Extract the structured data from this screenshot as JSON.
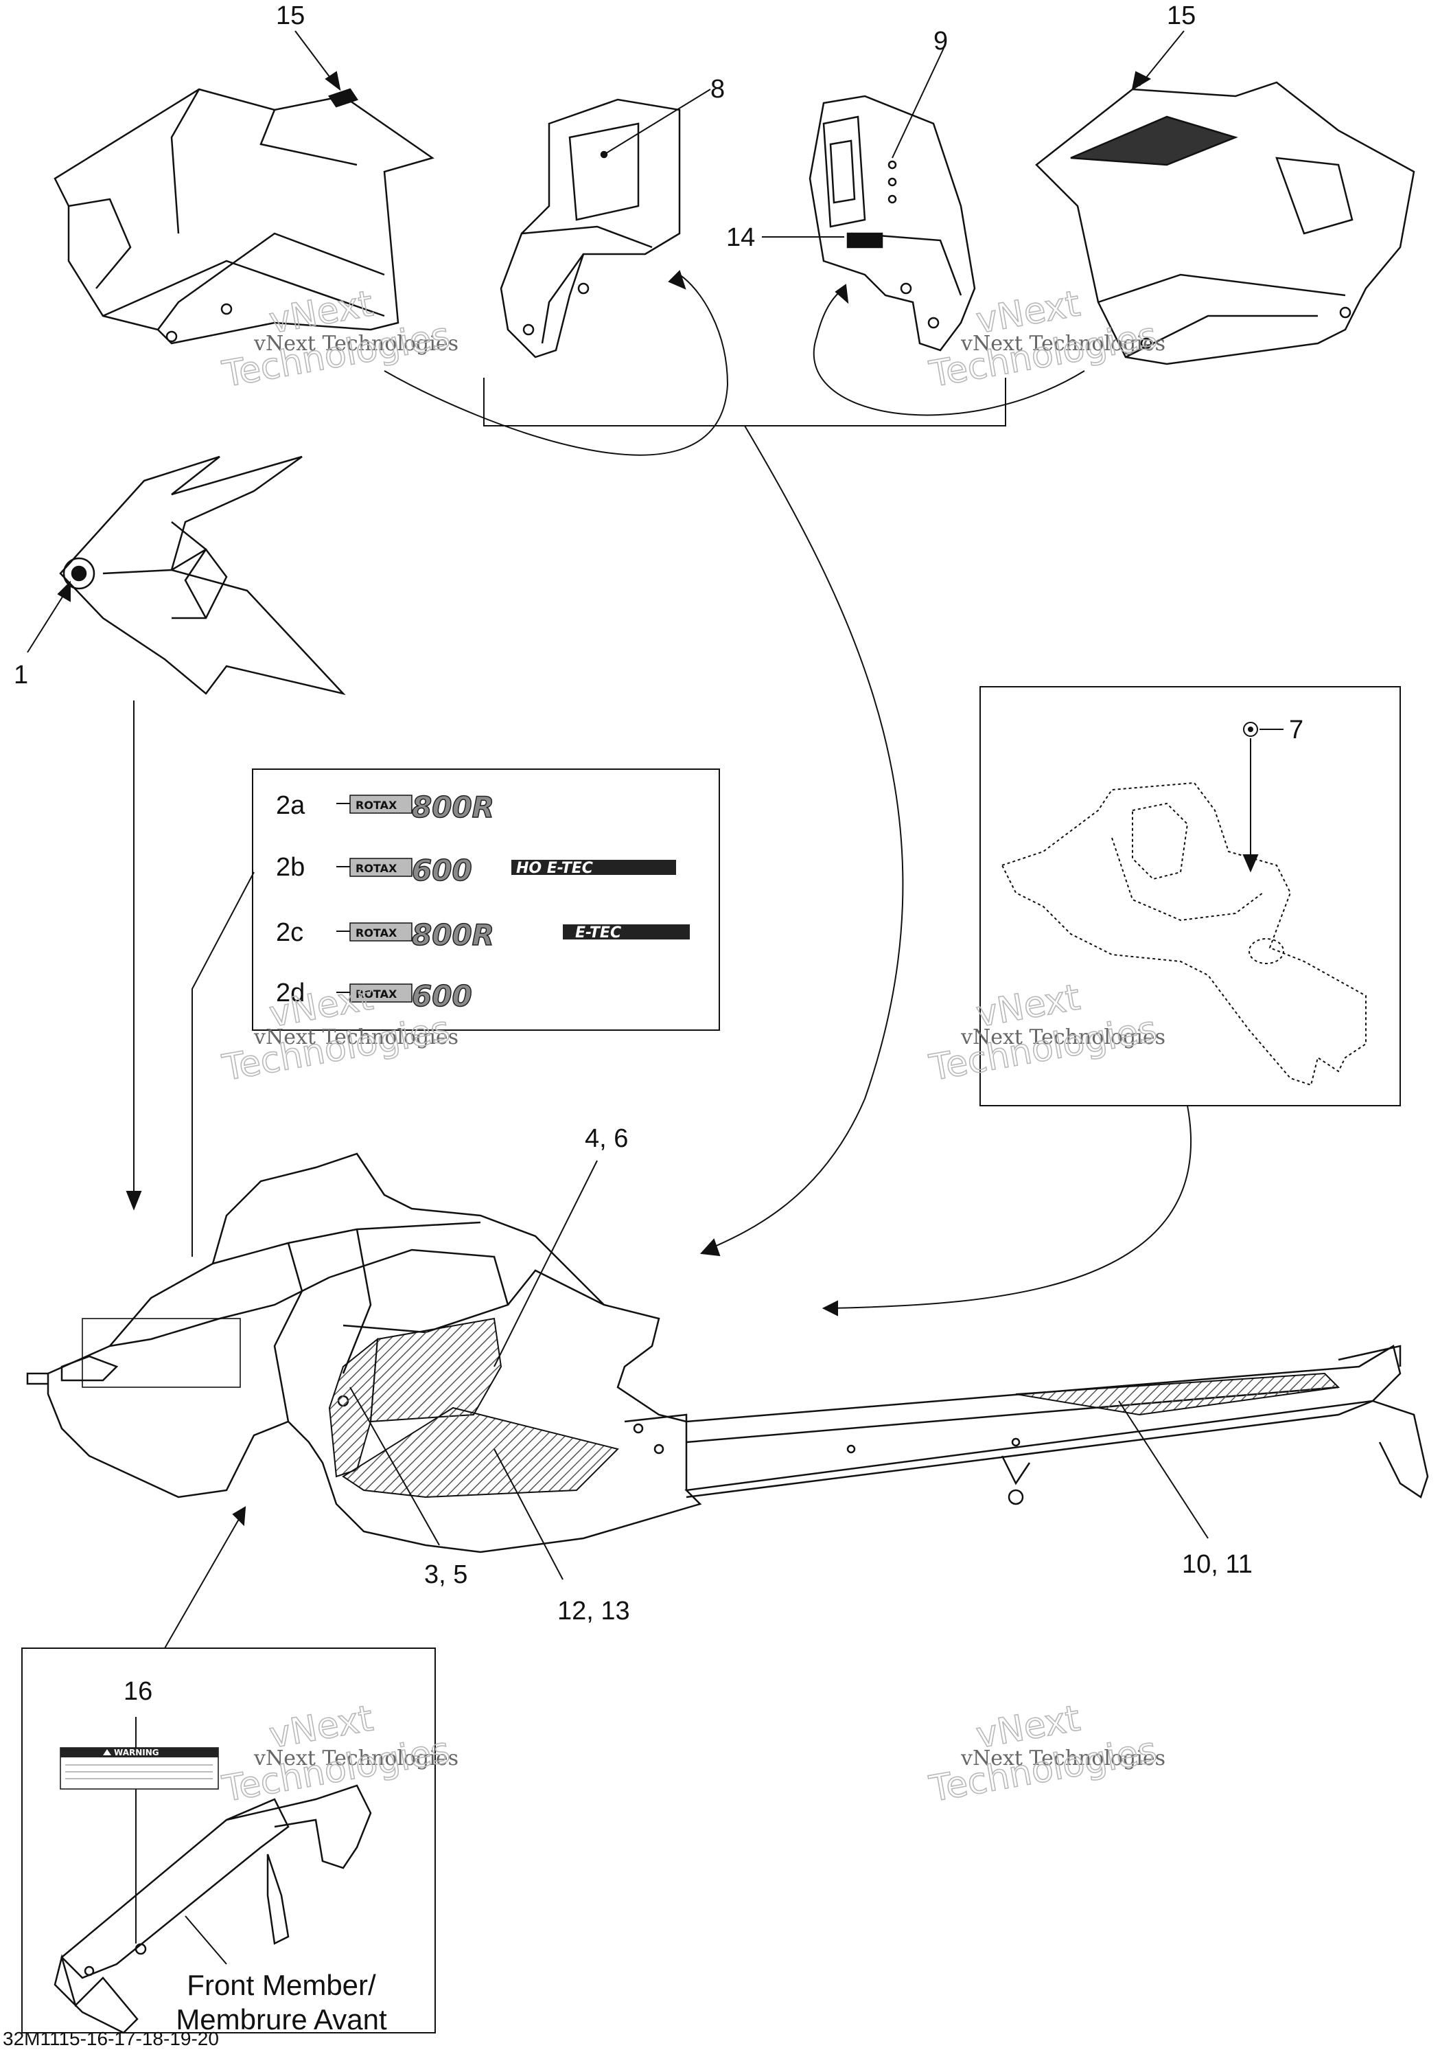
{
  "callouts": {
    "c1": "1",
    "c2a": "2a",
    "c2b": "2b",
    "c2c": "2c",
    "c2d": "2d",
    "c3_5": "3, 5",
    "c4_6": "4, 6",
    "c7": "7",
    "c8": "8",
    "c9": "9",
    "c10_11": "10, 11",
    "c12_13": "12, 13",
    "c14": "14",
    "c15_left": "15",
    "c15_right": "15",
    "c16": "16"
  },
  "decals": {
    "d2a": {
      "brand": "ROTAX",
      "model": "800R",
      "suffix": ""
    },
    "d2b": {
      "brand": "ROTAX",
      "model": "600",
      "suffix": "HO E-TEC"
    },
    "d2c": {
      "brand": "ROTAX",
      "model": "800R",
      "suffix": "E-TEC"
    },
    "d2d": {
      "brand": "ROTAX",
      "model": "600",
      "suffix": ""
    }
  },
  "front_member_caption": {
    "line1": "Front Member/",
    "line2": "Membrure Avant"
  },
  "warning_label": {
    "heading": "WARNING"
  },
  "watermark": {
    "line1": "vNext Technologies",
    "line2": "vNext",
    "line3": "Technologies"
  },
  "footer_code": "32M1115-16-17-18-19-20",
  "colors": {
    "ink": "#111111",
    "hatch": "#555555",
    "watermark": "#b8b8b8"
  }
}
